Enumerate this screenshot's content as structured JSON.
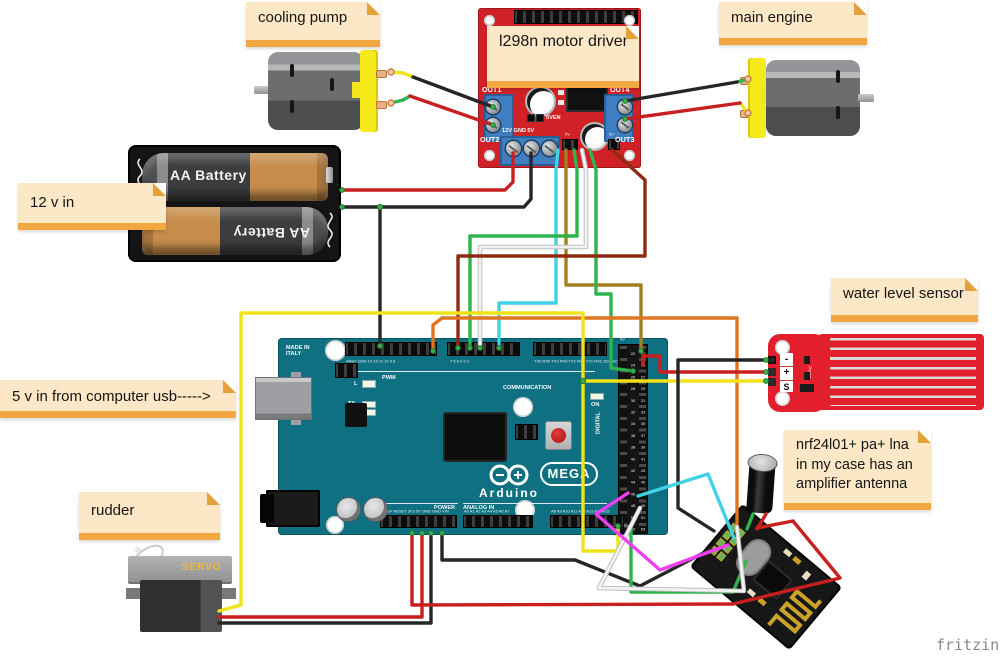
{
  "watermark": "fritzing",
  "notes": {
    "cooling_pump": "cooling pump",
    "l298n": "l298n motor driver",
    "main_engine": "main engine",
    "twelve_v": "12 v in",
    "water_level": "water level sensor",
    "five_v": "5 v in from computer usb----->",
    "nrf": "nrf24l01+ pa+ lna in my case has an amplifier antenna",
    "rudder": "rudder"
  },
  "l298n_board": {
    "out1": "OUT1",
    "out2": "OUT2",
    "out3": "OUT3",
    "out4": "OUT4",
    "power_terminal": "12V GND 5V",
    "jumper": "5VEN",
    "pin5v_a": "5V",
    "pin5v_b": "5V"
  },
  "arduino": {
    "made_in": "MADE IN\nITALY",
    "brand": "Arduino",
    "model": "MEGA",
    "pwm": "PWM",
    "communication": "COMMUNICATION",
    "digital": "DIGITAL",
    "power": "POWER",
    "analog_in": "ANALOG IN",
    "led_l": "L",
    "led_tx": "TX",
    "led_rx": "RX",
    "led_on": "ON",
    "pin_5v": "5V",
    "pin_gnd": "GND",
    "pins_top1": "AREF GND 13 12 11 10 9 8",
    "pins_top2": "7 6 5 4 3 2",
    "pins_comm": "TX0 RX0 TX3 RX3 TX2 RX2 TX1 RX1 SDA SCL",
    "pins_power": "IOREF RESET 3V3 5V GND GND VIN",
    "pins_analog1": "A0 A1 A2 A3 A4 A5 A6 A7",
    "pins_analog2": "A8 A9 A10 A11 A12 A13 A14 A15",
    "digital_left": "22\n24\n26\n28\n30\n32\n34\n36\n38\n40\n42\n44\n46\n48\n50\n52",
    "digital_right": "23\n25\n27\n29\n31\n33\n35\n37\n39\n41\n43\n45\n47\n49\n51\n53"
  },
  "battery": {
    "label_top": "AA Battery",
    "label_bottom": "AA Battery"
  },
  "servo": {
    "label": "SERVO"
  },
  "water_sensor": {
    "pin_minus": "-",
    "pin_plus": "+",
    "pin_s": "S",
    "power": "Power"
  },
  "colors": {
    "note_bg": "#fce8c6",
    "note_strip": "#f2a840",
    "board_red": "#d02127",
    "terminal_blue": "#3f7fc1",
    "arduino_teal": "#0e7080",
    "sensor_red": "#e31e2d",
    "wire_red": "#c81f1f",
    "wire_dark_red": "#8e2b12",
    "wire_black": "#262626",
    "wire_green": "#2fb44d",
    "wire_yellow": "#f2e219",
    "wire_olive": "#a3801f",
    "wire_cyan": "#41d1e4",
    "wire_magenta": "#ee3ff0",
    "wire_white": "#f0f0f0",
    "wire_orange": "#e0761f"
  }
}
